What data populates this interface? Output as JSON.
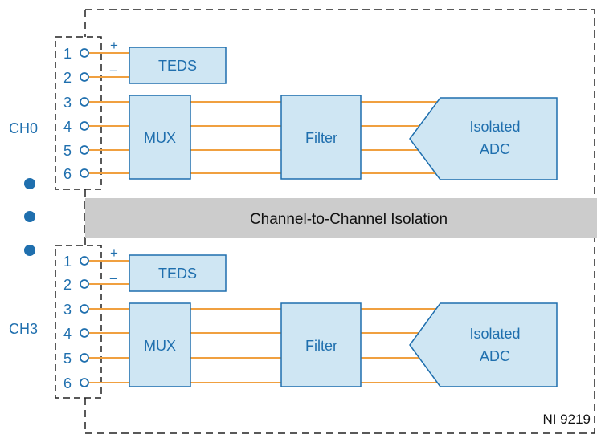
{
  "colors": {
    "block_fill": "#cfe6f3",
    "block_stroke": "#1f6fae",
    "wire": "#f0a040",
    "text_blue": "#1f6fae",
    "isolation_band": "#cccccc",
    "dash_stroke": "#222222"
  },
  "channels": [
    {
      "label": "CH0",
      "terminals": [
        "1",
        "2",
        "3",
        "4",
        "5",
        "6"
      ],
      "polarity": {
        "plus": "+",
        "minus": "−"
      },
      "teds": "TEDS",
      "mux": "MUX",
      "filter": "Filter",
      "adc_line1": "Isolated",
      "adc_line2": "ADC"
    },
    {
      "label": "CH3",
      "terminals": [
        "1",
        "2",
        "3",
        "4",
        "5",
        "6"
      ],
      "polarity": {
        "plus": "+",
        "minus": "−"
      },
      "teds": "TEDS",
      "mux": "MUX",
      "filter": "Filter",
      "adc_line1": "Isolated",
      "adc_line2": "ADC"
    }
  ],
  "isolation_label": "Channel-to-Channel Isolation",
  "model_label": "NI 9219"
}
